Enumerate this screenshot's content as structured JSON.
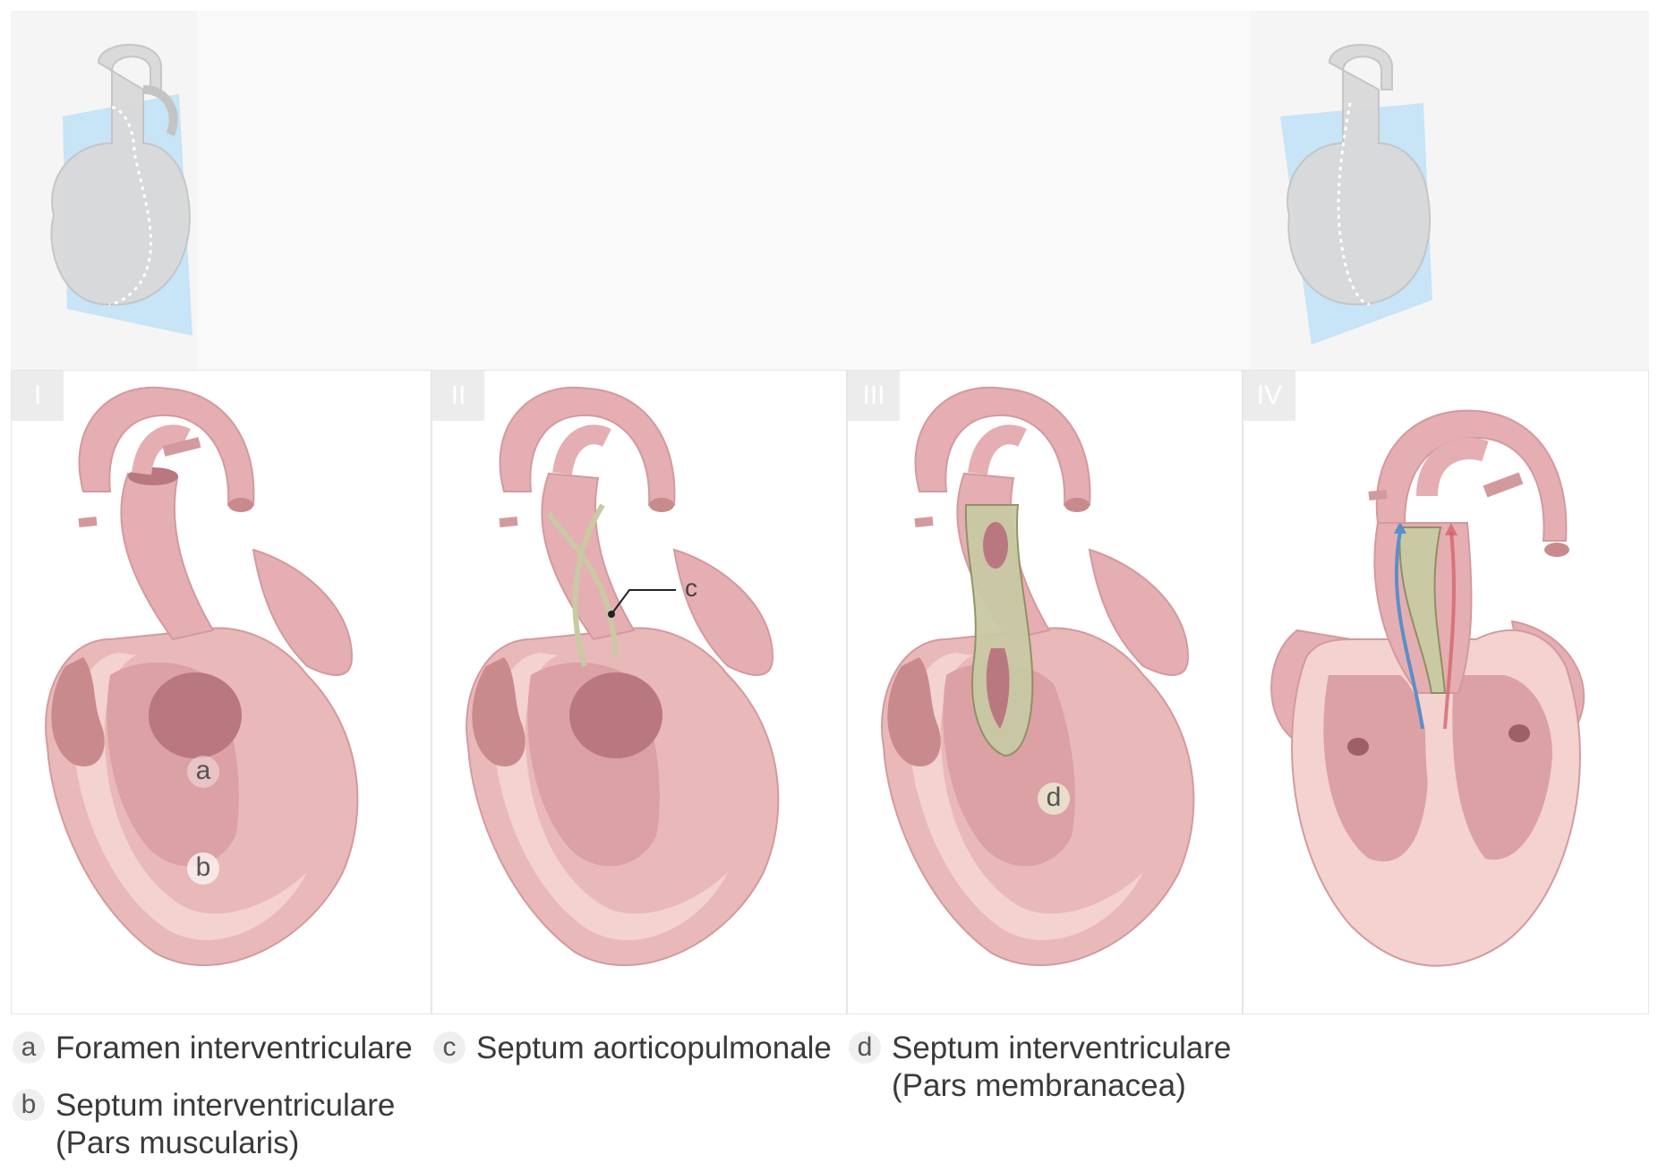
{
  "panels": [
    {
      "numeral": "I"
    },
    {
      "numeral": "II"
    },
    {
      "numeral": "III"
    },
    {
      "numeral": "IV"
    }
  ],
  "markers": {
    "a": "a",
    "b": "b",
    "c": "c",
    "d": "d"
  },
  "legend": [
    {
      "key": "a",
      "line1": "Foramen interventriculare",
      "line2": ""
    },
    {
      "key": "b",
      "line1": "Septum interventriculare",
      "line2": "(Pars muscularis)"
    },
    {
      "key": "c",
      "line1": "Septum aorticopulmonale",
      "line2": ""
    },
    {
      "key": "d",
      "line1": "Septum interventriculare",
      "line2": "(Pars membranacea)"
    }
  ],
  "colors": {
    "tissue": "#e9b9b9",
    "tissue_dark": "#c98a8e",
    "tissue_light": "#f3d2d0",
    "cavity": "#b9787f",
    "septum": "#c9c9a4",
    "septum_edge": "#8f8f63",
    "plane_blue": "#bfe0f7",
    "thumb_grey": "#d9d9d9",
    "flow_red": "#d0606a",
    "flow_blue": "#5a8fc8"
  }
}
